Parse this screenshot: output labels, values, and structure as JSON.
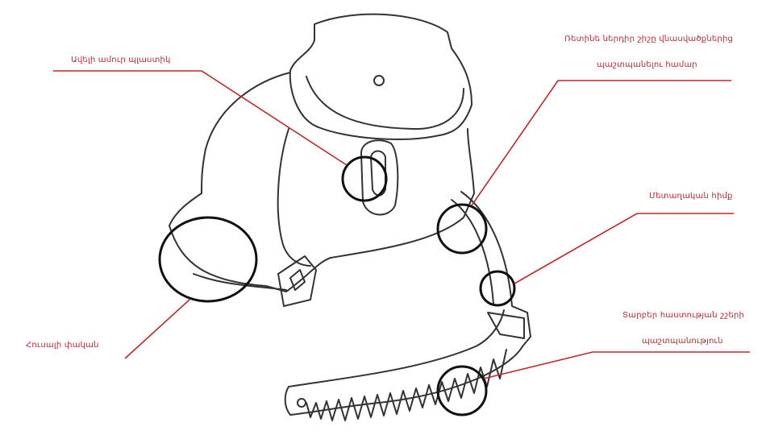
{
  "colors": {
    "leader_line": "#c4262e",
    "label_text": "#c4262e",
    "outline": "#333333",
    "callout_ring": "#111111",
    "background": "#ffffff"
  },
  "labels": [
    {
      "id": "stronger-plastic",
      "text": "Ավելի ամուր պլաստիկ"
    },
    {
      "id": "wheel-protect-line1",
      "text": "Ռետինե ներդիր շիշը վնասվածքներից"
    },
    {
      "id": "wheel-protect-line2",
      "text": "պաշտպանելու համար"
    },
    {
      "id": "metal-base",
      "text": "Մետաղական հիմք"
    },
    {
      "id": "spring-cap",
      "text": "Հուսալի փական"
    },
    {
      "id": "thickness-line1",
      "text": "Տարբեր հաստության շշերի"
    },
    {
      "id": "thickness-line2",
      "text": "պաշտպանություն"
    }
  ]
}
